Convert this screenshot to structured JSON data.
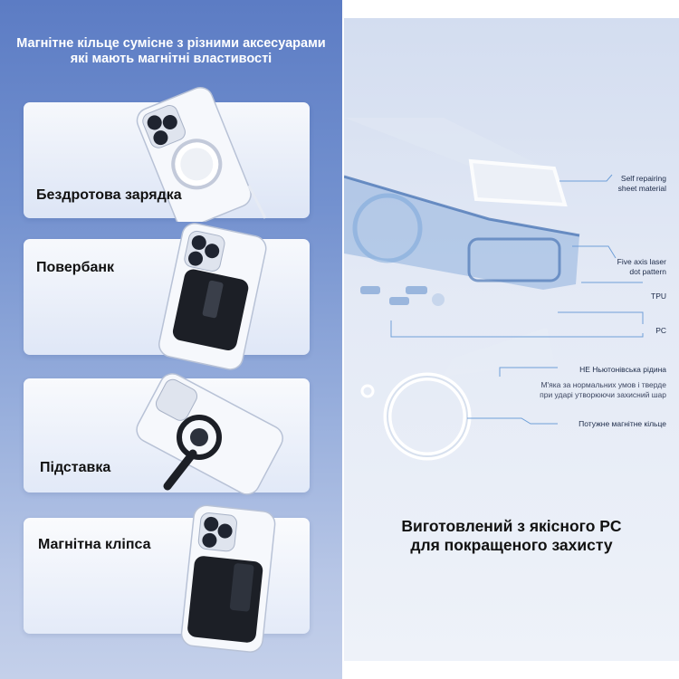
{
  "left_panel": {
    "heading_line1": "Магнітне кільце сумісне з різними аксесуарами",
    "heading_line2": "які мають магнітні властивості",
    "cards": [
      {
        "label": "Бездротова зарядка"
      },
      {
        "label": "Повербанк"
      },
      {
        "label": "Підставка"
      },
      {
        "label": "Магнітна кліпса"
      }
    ]
  },
  "right_panel": {
    "callouts": {
      "self_repairing_line1": "Self repairing",
      "self_repairing_line2": "sheet material",
      "five_axis_line1": "Five axis laser",
      "five_axis_line2": "dot pattern",
      "tpu": "TPU",
      "pc": "PC",
      "non_newtonian_title": "НЕ Ньютонівська рідина",
      "non_newtonian_line1": "М'яка за нормальних умов і тверде",
      "non_newtonian_line2": "при ударі утворюючи захисний шар",
      "magnetic_ring": "Потужне магнітне кільце"
    },
    "bottom_line1": "Виготовлений з якісного PC",
    "bottom_line2": "для покращеного захисту"
  },
  "colors": {
    "left_gradient_top": "#5c7cc4",
    "left_gradient_bottom": "#c4d0ea",
    "callout_line": "#6f9fd8",
    "case_blue": "#4d78b6"
  }
}
